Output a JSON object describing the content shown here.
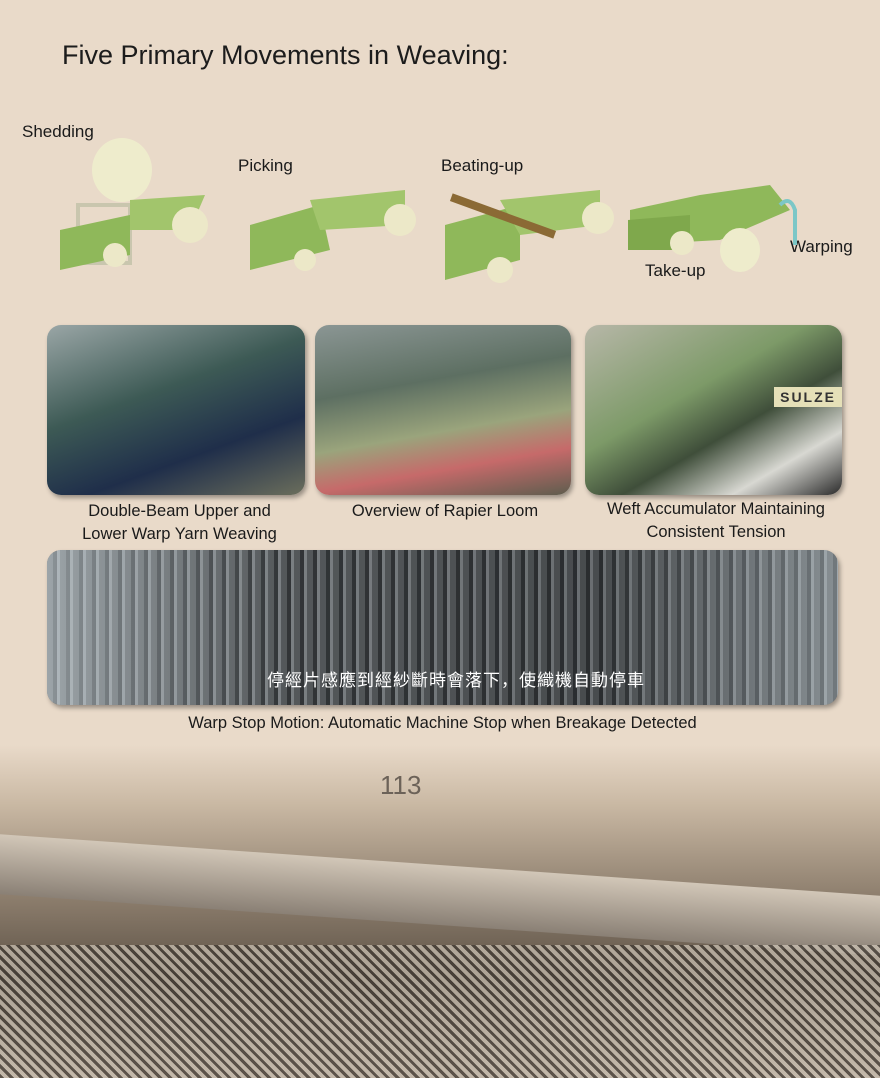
{
  "title": "Five Primary Movements in Weaving:",
  "movements": {
    "shedding": "Shedding",
    "picking": "Picking",
    "beating_up": "Beating-up",
    "take_up": "Take-up",
    "warping": "Warping"
  },
  "photos": [
    {
      "caption_line1": "Double-Beam Upper and",
      "caption_line2": "Lower Warp Yarn Weaving"
    },
    {
      "caption_line1": "Overview of Rapier Loom"
    },
    {
      "caption_line1": "Weft Accumulator Maintaining",
      "caption_line2": "Consistent Tension",
      "sign_text": "SULZE"
    }
  ],
  "wide_photo": {
    "overlay_text": "停經片感應到經紗斷時會落下，使織機自動停車",
    "caption": "Warp Stop Motion: Automatic Machine Stop when Breakage Detected"
  },
  "background_photo": {
    "machine_number": "113"
  },
  "colors": {
    "background": "#e9dac9",
    "fabric_green": "#8fb85a",
    "roller": "#ece8c8"
  }
}
